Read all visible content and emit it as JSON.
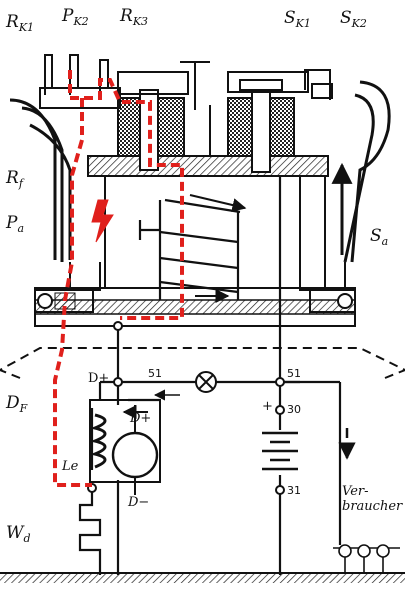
{
  "labels": {
    "rk1": "R",
    "rk1_sub": "K1",
    "pk2": "P",
    "pk2_sub": "K2",
    "rk3": "R",
    "rk3_sub": "K3",
    "sk1": "S",
    "sk1_sub": "K1",
    "sk2": "S",
    "sk2_sub": "K2",
    "rf": "R",
    "rf_sub": "f",
    "pa": "P",
    "pa_sub": "a",
    "sa": "S",
    "sa_sub": "a",
    "df": "D",
    "df_sub": "F",
    "wd": "W",
    "wd_sub": "d",
    "le": "Le",
    "d_plus_left": "D+",
    "d_plus_gen": "D+",
    "d_minus": "D−",
    "t51_left": "51",
    "t51_right": "51",
    "t30": "30",
    "t31": "31",
    "plus_sign": "+",
    "verbraucher": "Ver-\nbraucher"
  },
  "colors": {
    "line": "#111111",
    "current_path": "#e0201c",
    "hatch": "#222222"
  }
}
